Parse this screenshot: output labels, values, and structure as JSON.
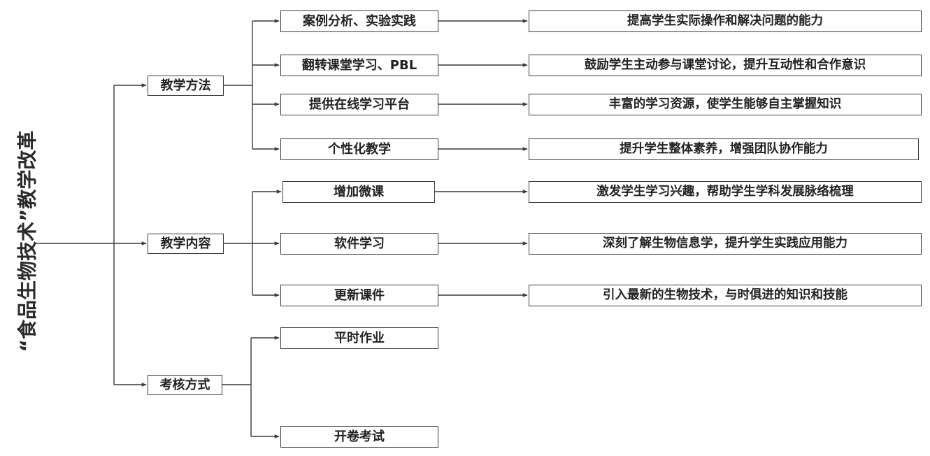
{
  "root": {
    "title": "“食品生物技术”教学改革"
  },
  "categories": [
    {
      "label": "教学方法",
      "items": [
        {
          "label": "案例分析、实验实践",
          "result": "提高学生实际操作和解决问题的能力"
        },
        {
          "label": "翻转课堂学习、PBL",
          "result": "鼓励学生主动参与课堂讨论，提升互动性和合作意识"
        },
        {
          "label": "提供在线学习平台",
          "result": "丰富的学习资源，使学生能够自主掌握知识"
        },
        {
          "label": "个性化教学",
          "result": "提升学生整体素养，增强团队协作能力"
        }
      ]
    },
    {
      "label": "教学内容",
      "items": [
        {
          "label": "增加微课",
          "result": "激发学生学习兴趣，帮助学生学科发展脉络梳理"
        },
        {
          "label": "软件学习",
          "result": "深刻了解生物信息学，提升学生实践应用能力"
        },
        {
          "label": "更新课件",
          "result": "引入最新的生物技术，与时俱进的知识和技能"
        }
      ]
    },
    {
      "label": "考核方式",
      "items": [
        {
          "label": "平时作业"
        },
        {
          "label": "开卷考试"
        }
      ]
    }
  ],
  "colors": {
    "line": "#3a3a3a",
    "text": "#222222"
  }
}
